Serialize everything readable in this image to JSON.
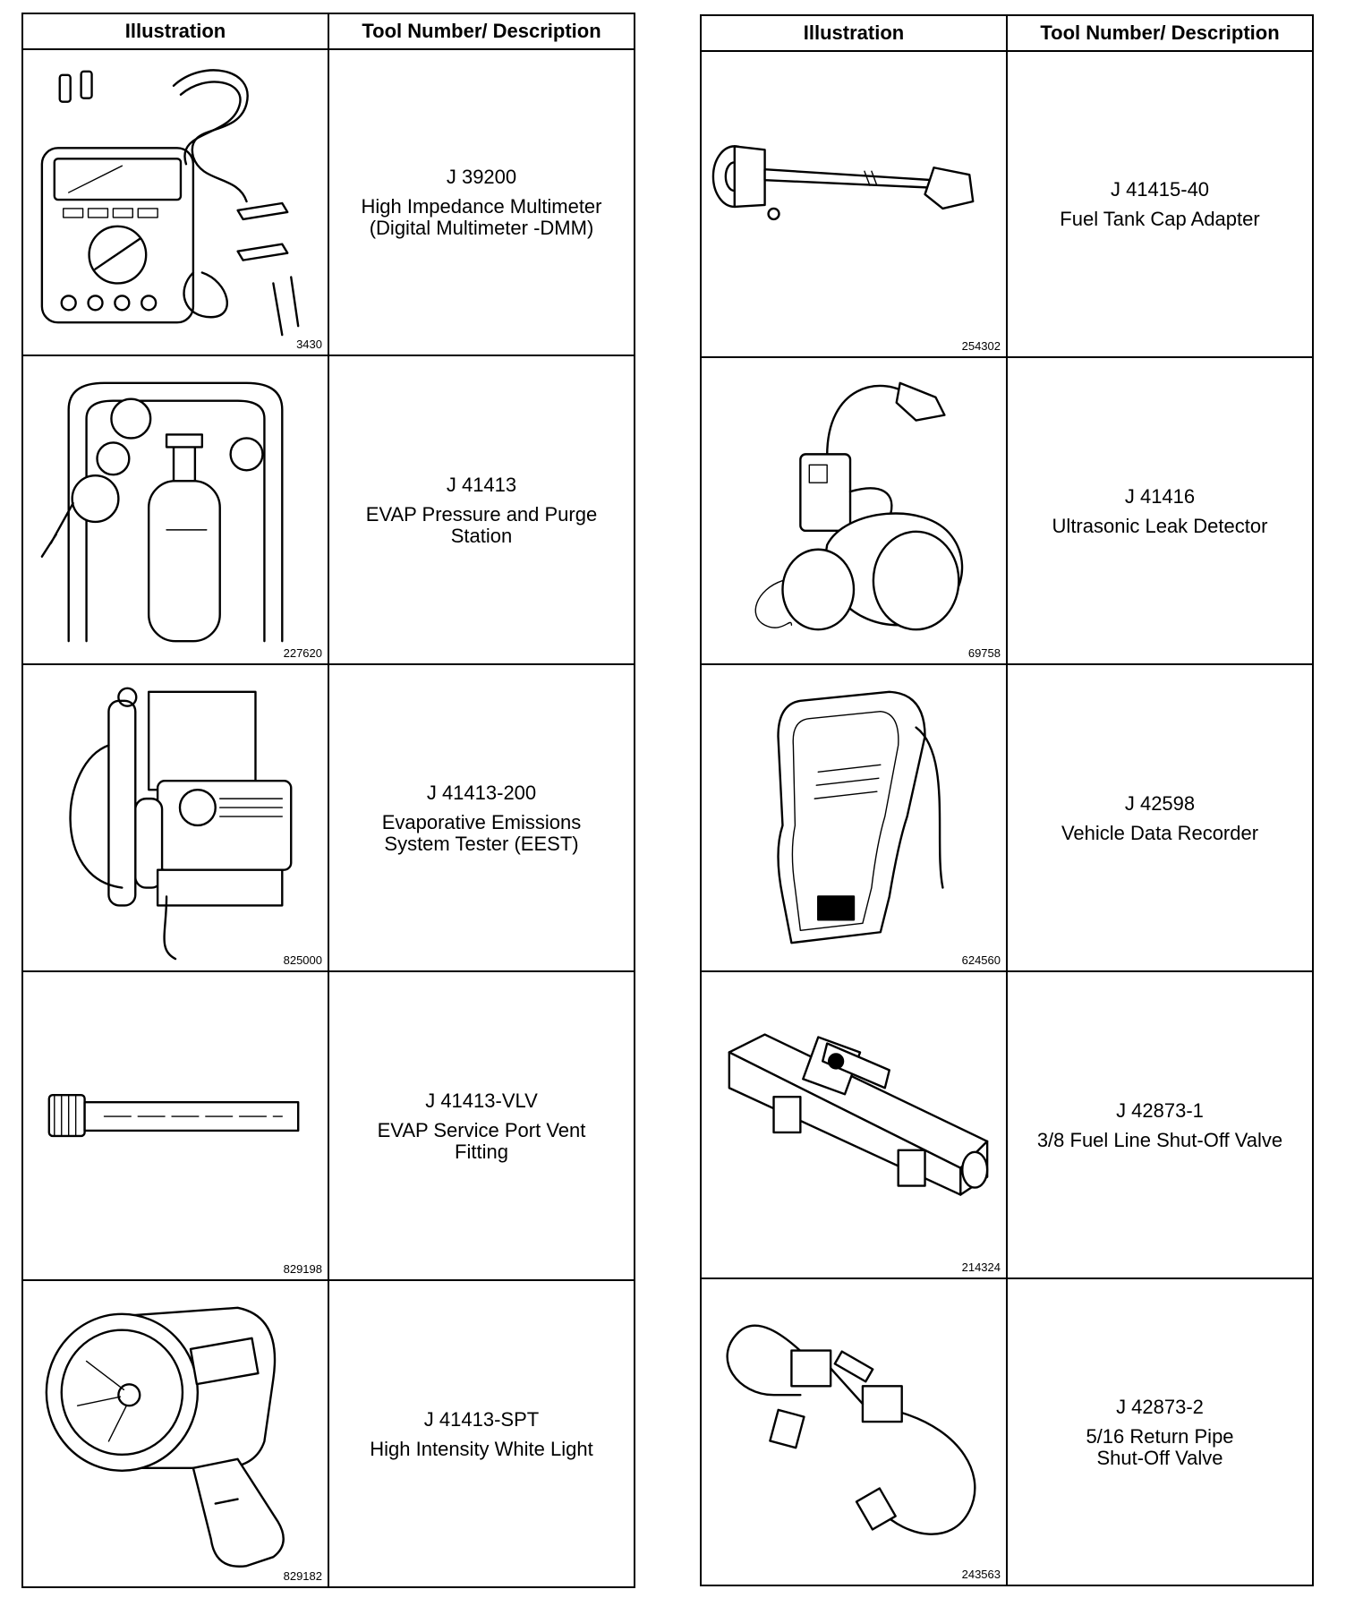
{
  "headers": {
    "illustration": "Illustration",
    "tool": "Tool Number/ Description"
  },
  "left": [
    {
      "number": "J 39200",
      "description": "High Impedance Multimeter\n(Digital Multimeter -DMM)",
      "fig": "3430",
      "icon": "multimeter-icon"
    },
    {
      "number": "J 41413",
      "description": "EVAP Pressure and Purge\nStation",
      "fig": "227620",
      "icon": "purge-station-icon"
    },
    {
      "number": "J 41413-200",
      "description": "Evaporative Emissions\nSystem Tester (EEST)",
      "fig": "825000",
      "icon": "emissions-tester-icon"
    },
    {
      "number": "J 41413-VLV",
      "description": "EVAP Service Port Vent\nFitting",
      "fig": "829198",
      "icon": "vent-fitting-icon"
    },
    {
      "number": "J 41413-SPT",
      "description": "High Intensity White Light",
      "fig": "829182",
      "icon": "white-light-icon"
    }
  ],
  "right": [
    {
      "number": "J 41415-40",
      "description": "Fuel Tank Cap Adapter",
      "fig": "254302",
      "icon": "cap-adapter-icon"
    },
    {
      "number": "J 41416",
      "description": "Ultrasonic Leak Detector",
      "fig": "69758",
      "icon": "leak-detector-icon"
    },
    {
      "number": "J 42598",
      "description": "Vehicle Data Recorder",
      "fig": "624560",
      "icon": "data-recorder-icon"
    },
    {
      "number": "J 42873-1",
      "description": "3/8 Fuel Line Shut-Off Valve",
      "fig": "214324",
      "icon": "shutoff-valve-icon"
    },
    {
      "number": "J 42873-2",
      "description": "5/16 Return Pipe\nShut-Off Valve",
      "fig": "243563",
      "icon": "return-pipe-valve-icon"
    }
  ]
}
